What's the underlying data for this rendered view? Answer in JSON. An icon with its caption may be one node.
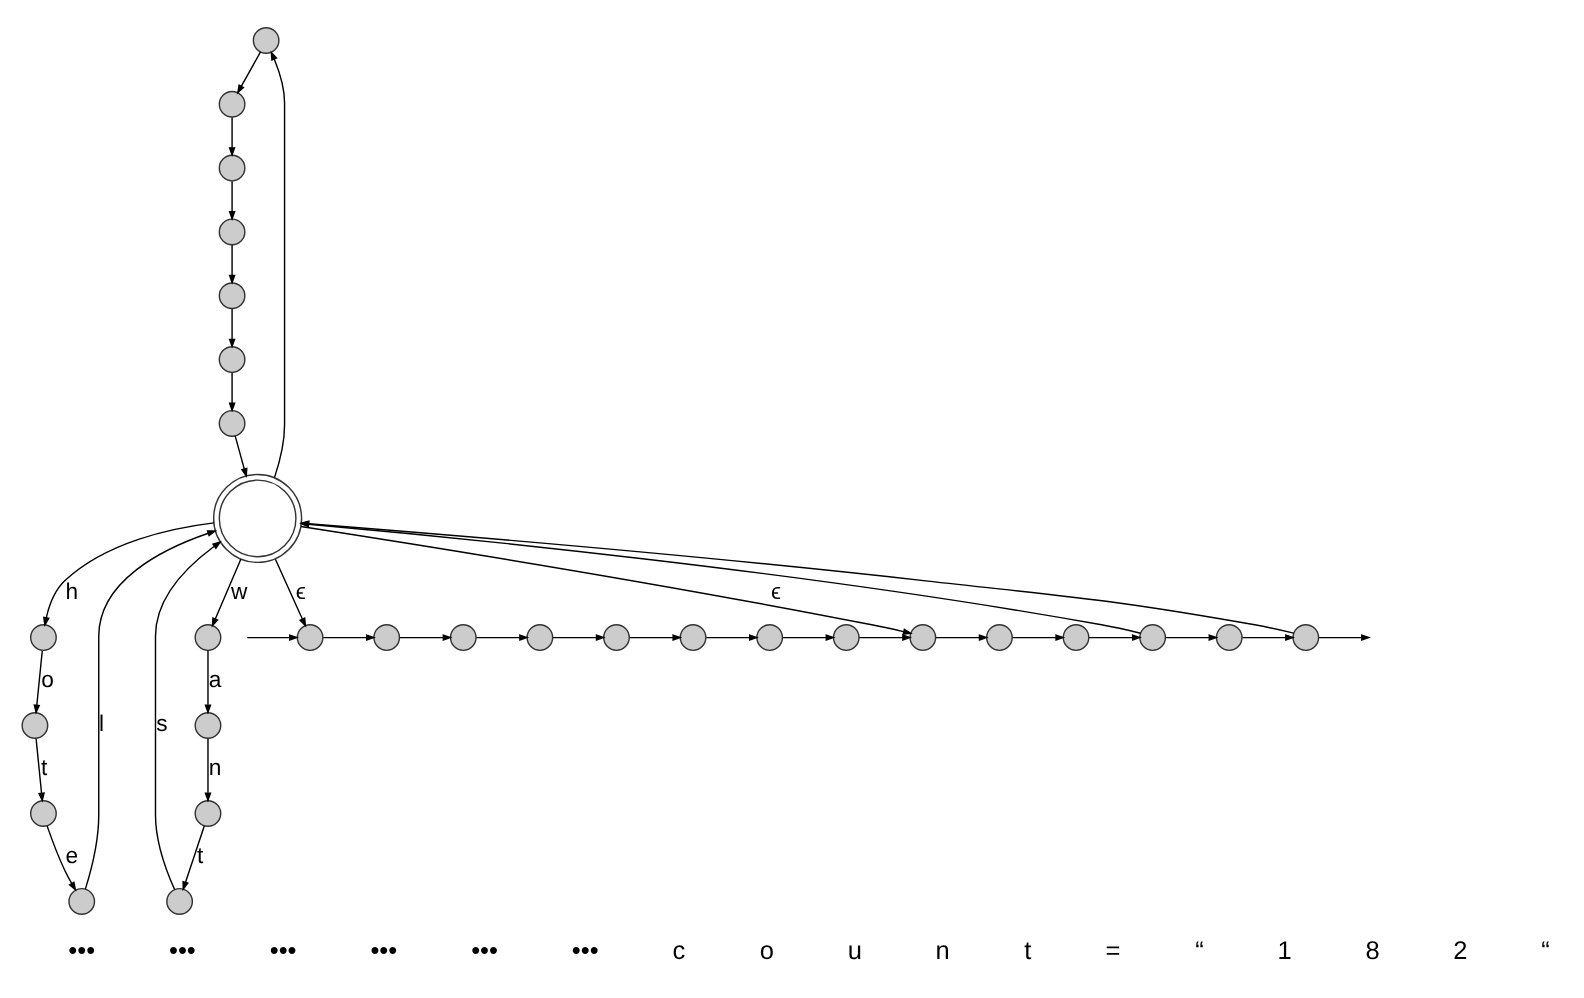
{
  "diagram": {
    "nodes": [
      {
        "text": [],
        "shape": "circle"
      },
      {
        "text": [],
        "shape": "circle"
      },
      {
        "text": [],
        "shape": "circle"
      },
      {
        "text": [],
        "shape": "circle"
      },
      {
        "text": [],
        "shape": "circle"
      },
      {
        "text": [],
        "shape": "circle"
      },
      {
        "text": [],
        "shape": "circle"
      },
      {
        "text": [],
        "shape": "circle"
      },
      {
        "text": [],
        "shape": "circle"
      },
      {
        "text": [],
        "shape": "circle"
      },
      {
        "text": [],
        "shape": "circle"
      },
      {
        "text": [],
        "shape": "circle"
      },
      {
        "text": [],
        "shape": "circle"
      },
      {
        "text": [],
        "shape": "circle"
      },
      {
        "text": [],
        "shape": "circle"
      },
      {
        "text": [],
        "shape": "circle"
      },
      {
        "text": [],
        "shape": "circle"
      },
      {
        "text": [],
        "shape": "circle"
      },
      {
        "text": [],
        "shape": "circle"
      },
      {
        "text": [],
        "shape": "circle"
      },
      {
        "text": [],
        "shape": "circle"
      },
      {
        "text": [],
        "shape": "circle"
      },
      {
        "text": [],
        "shape": "circle"
      },
      {
        "text": [],
        "shape": "circle"
      },
      {
        "text": [],
        "shape": "circle"
      },
      {
        "text": [],
        "shape": "circle"
      },
      {
        "text": [],
        "shape": "circle"
      },
      {
        "text": [],
        "shape": "circle"
      },
      {
        "text": [],
        "shape": "circle"
      },
      {
        "text": [],
        "shape": "circle"
      }
    ],
    "edges": [
      {
        "from": 15,
        "to": 0,
        "arrow": "to"
      },
      {
        "from": 0,
        "to": 1,
        "arrow": "to"
      },
      {
        "from": 1,
        "to": 2,
        "arrow": "to"
      },
      {
        "from": 2,
        "to": 3,
        "arrow": "to"
      },
      {
        "from": 3,
        "to": 4,
        "arrow": "to"
      },
      {
        "from": 4,
        "to": 5,
        "arrow": "to"
      },
      {
        "from": 5,
        "to": 6,
        "arrow": "to"
      },
      {
        "from": 6,
        "to": 15,
        "arrow": "to"
      },
      {
        "from": 15,
        "to": 7,
        "arrow": "to",
        "label": "h"
      },
      {
        "from": 7,
        "to": 8,
        "arrow": "to",
        "label": "o"
      },
      {
        "from": 8,
        "to": 9,
        "arrow": "to",
        "label": "t"
      },
      {
        "from": 9,
        "to": 10,
        "arrow": "to",
        "label": "e"
      },
      {
        "from": 10,
        "to": 15,
        "arrow": "to",
        "label": "l"
      },
      {
        "from": 15,
        "to": 11,
        "arrow": "to",
        "label": "w"
      },
      {
        "from": 11,
        "to": 12,
        "arrow": "to",
        "label": "a"
      },
      {
        "from": 12,
        "to": 13,
        "arrow": "to",
        "label": "n"
      },
      {
        "from": 13,
        "to": 14,
        "arrow": "to",
        "label": "t"
      },
      {
        "from": 14,
        "to": 15,
        "arrow": "to",
        "label": "s"
      },
      {
        "from": 15,
        "to": 16,
        "arrow": "to",
        "label": "ϵ"
      },
      {
        "from": 15,
        "to": 24,
        "arrow": "to",
        "label": "ϵ"
      },
      {
        "from": 27,
        "to": 15,
        "arrow": "to"
      },
      {
        "from": 29,
        "to": 15,
        "arrow": "to"
      },
      {
        "from": null,
        "to": 16,
        "arrow": "to"
      },
      {
        "from": 16,
        "to": 17,
        "arrow": "to"
      },
      {
        "from": 17,
        "to": 18,
        "arrow": "to"
      },
      {
        "from": 18,
        "to": 19,
        "arrow": "to"
      },
      {
        "from": 19,
        "to": 20,
        "arrow": "to"
      },
      {
        "from": 20,
        "to": 21,
        "arrow": "to"
      },
      {
        "from": 21,
        "to": 22,
        "arrow": "to"
      },
      {
        "from": 22,
        "to": 23,
        "arrow": "to"
      },
      {
        "from": 23,
        "to": 24,
        "arrow": "to"
      },
      {
        "from": 24,
        "to": 25,
        "arrow": "to"
      },
      {
        "from": 25,
        "to": 26,
        "arrow": "to"
      },
      {
        "from": 26,
        "to": 27,
        "arrow": "to"
      },
      {
        "from": 27,
        "to": 28,
        "arrow": "to"
      },
      {
        "from": 28,
        "to": 29,
        "arrow": "to"
      },
      {
        "from": 29,
        "to": null,
        "arrow": "to"
      }
    ],
    "labels": [
      "•••",
      "•••",
      "•••",
      "•••",
      "•••",
      "•••",
      "c",
      "o",
      "u",
      "n",
      "t",
      "=",
      "“",
      "1",
      "8",
      "2",
      "“"
    ]
  }
}
